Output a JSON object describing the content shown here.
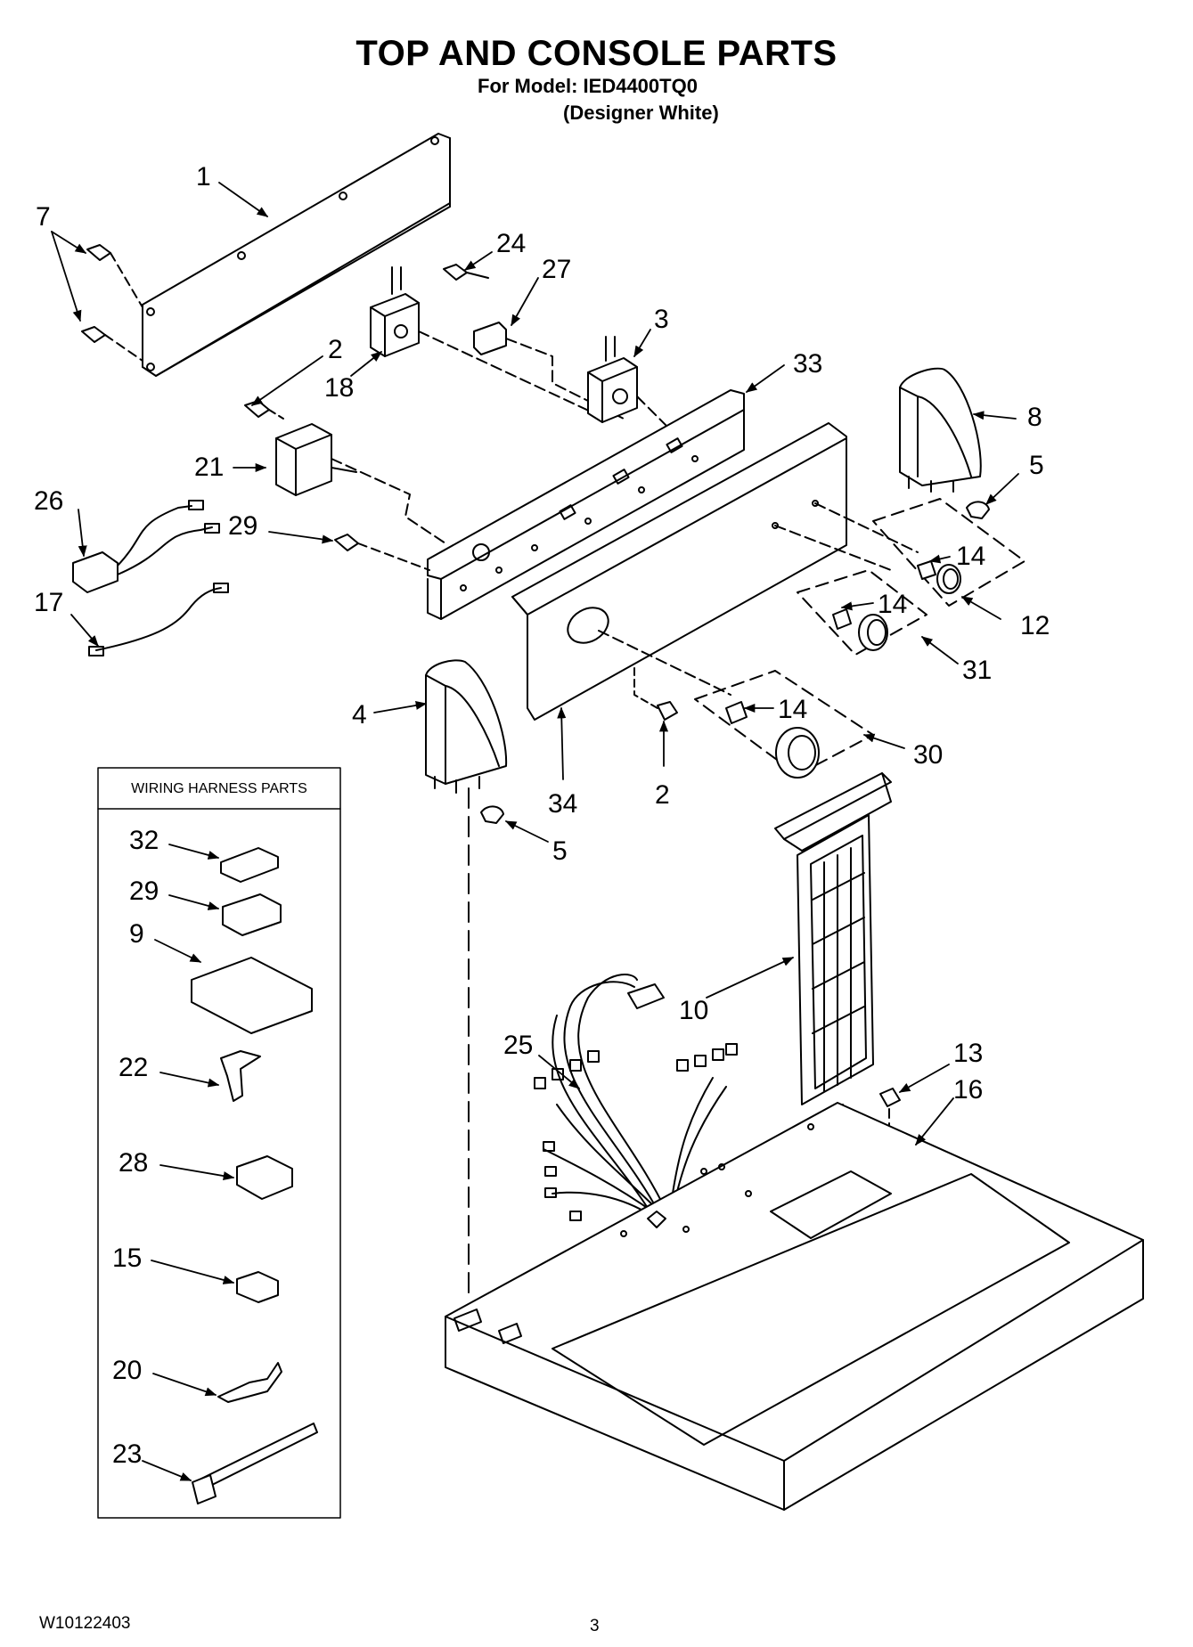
{
  "header": {
    "title": "TOP AND CONSOLE PARTS",
    "model_line": "For Model: IED4400TQ0",
    "color_line": "(Designer White)"
  },
  "wiring_harness_box": {
    "title": "WIRING HARNESS PARTS",
    "items": [
      "32",
      "29",
      "9",
      "22",
      "28",
      "15",
      "20",
      "23"
    ]
  },
  "callouts": [
    "1",
    "7",
    "24",
    "27",
    "2",
    "18",
    "3",
    "33",
    "8",
    "5",
    "21",
    "26",
    "29",
    "14",
    "12",
    "17",
    "14",
    "31",
    "4",
    "14",
    "30",
    "34",
    "2",
    "5",
    "10",
    "25",
    "13",
    "16"
  ],
  "footer": {
    "doc_number": "W10122403",
    "page_number": "3"
  }
}
